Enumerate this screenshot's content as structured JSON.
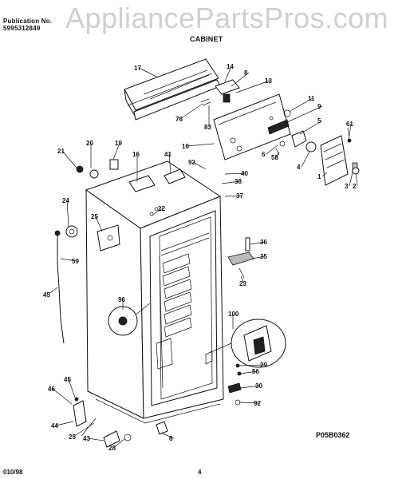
{
  "header": {
    "publication_label": "Publication No.",
    "publication_number": "5995312849",
    "model_text": "",
    "section_title": "CABINET",
    "watermark": "AppliancePartsPros.com"
  },
  "footer": {
    "date_code": "010/98",
    "page_number": "4",
    "diagram_code": "P05B0362"
  },
  "callouts": [
    "17",
    "14",
    "8",
    "13",
    "11",
    "9",
    "5",
    "61",
    "76",
    "83",
    "10",
    "6",
    "58",
    "4",
    "1",
    "3",
    "2",
    "20",
    "19",
    "21",
    "16",
    "41",
    "92",
    "40",
    "38",
    "37",
    "24",
    "22",
    "25",
    "36",
    "35",
    "23",
    "59",
    "45",
    "96",
    "100",
    "29",
    "56",
    "30",
    "92",
    "45",
    "46",
    "44",
    "25",
    "43",
    "28",
    "6"
  ]
}
